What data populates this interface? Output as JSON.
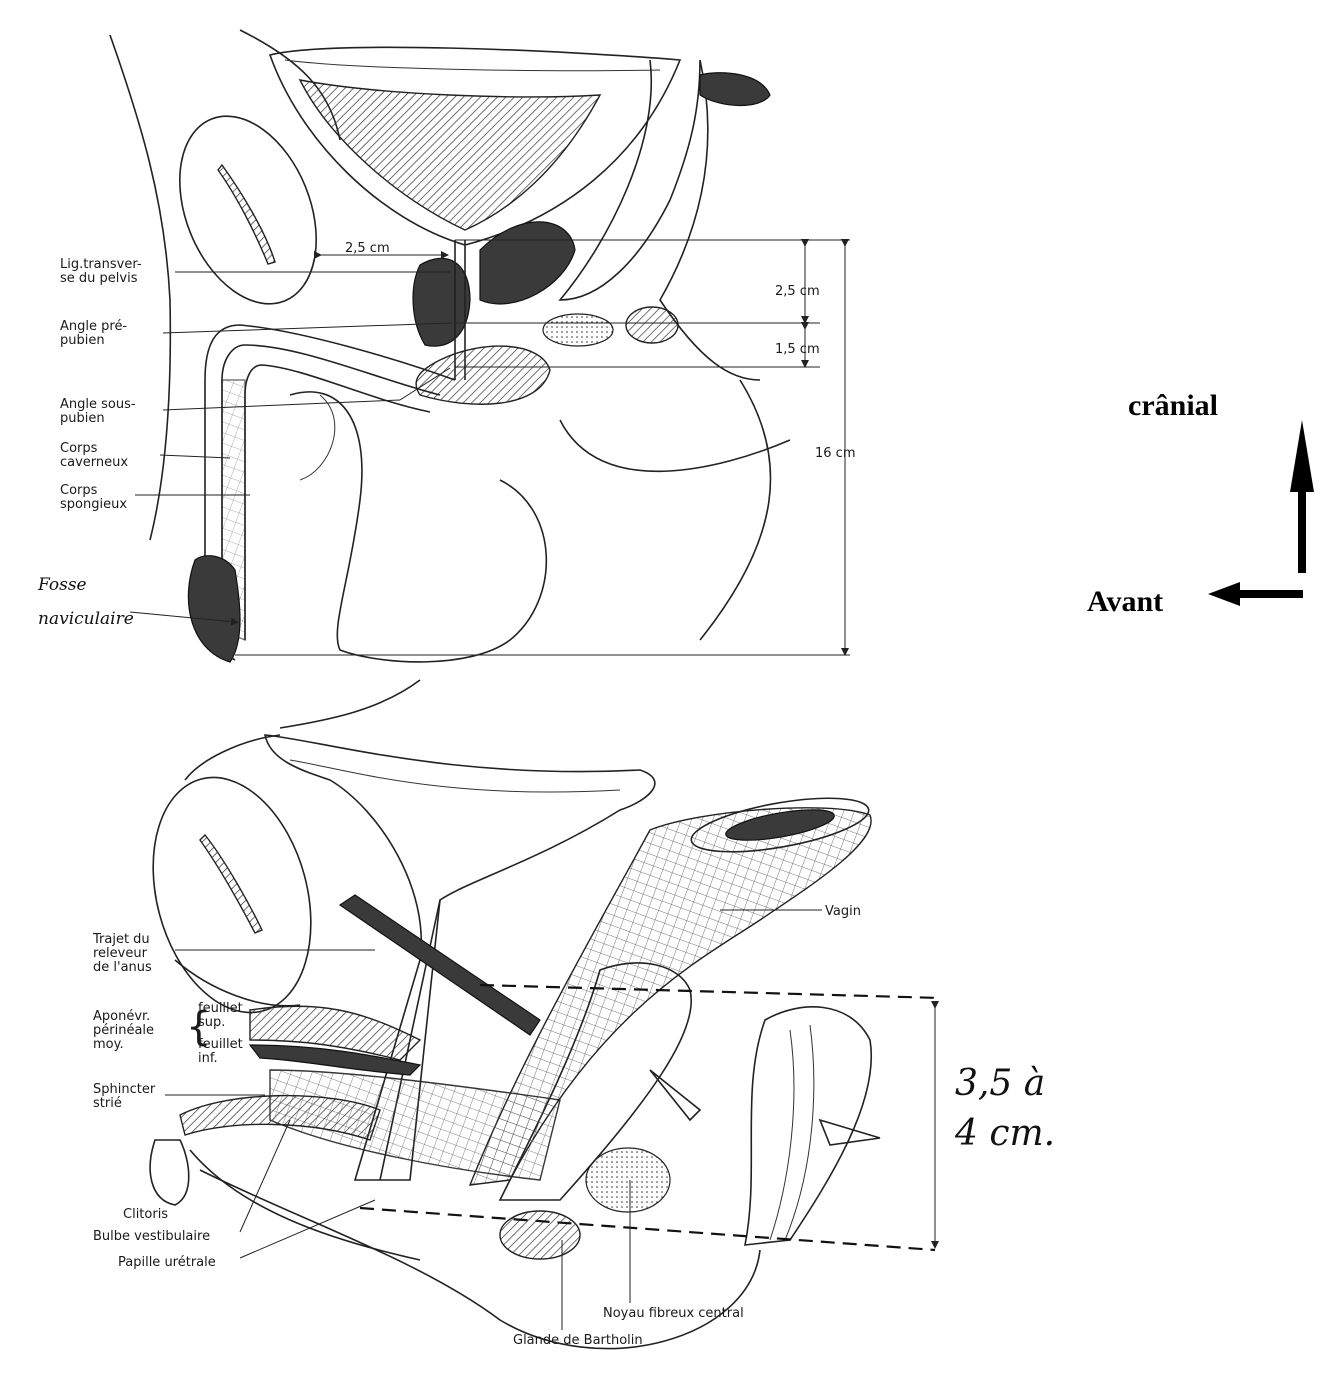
{
  "male_figure": {
    "labels": {
      "lig_transverse": [
        "Lig.transver-",
        "se du pelvis"
      ],
      "angle_prepubien": [
        "Angle pré-",
        "pubien"
      ],
      "angle_souspubien": [
        "Angle sous-",
        "pubien"
      ],
      "corps_caverneux": [
        "Corps",
        "caverneux"
      ],
      "corps_spongieux": [
        "Corps",
        "spongieux"
      ],
      "fosse_naviculaire": [
        "Fosse",
        "naviculaire"
      ]
    },
    "measurements": {
      "width_top": "2,5 cm",
      "seg1": "2,5 cm",
      "seg2": "1,5 cm",
      "total": "16 cm"
    }
  },
  "female_figure": {
    "labels": {
      "vagin": "Vagin",
      "trajet_releveur": [
        "Trajet du",
        "releveur",
        "de l'anus"
      ],
      "aponevrose": [
        "Aponévr.",
        "périnéale",
        "moy."
      ],
      "feuillet_sup": [
        "feuillet",
        "sup."
      ],
      "feuillet_inf": [
        "feuillet",
        "inf."
      ],
      "sphincter": [
        "Sphincter",
        "strié"
      ],
      "clitoris": "Clitoris",
      "bulbe": "Bulbe vestibulaire",
      "papille": "Papille urétrale",
      "noyau": "Noyau fibreux central",
      "glande": "Glande de Bartholin"
    },
    "measurement": [
      "3,5 à",
      "4 cm."
    ]
  },
  "orientation": {
    "up": "crânial",
    "left": "Avant"
  }
}
